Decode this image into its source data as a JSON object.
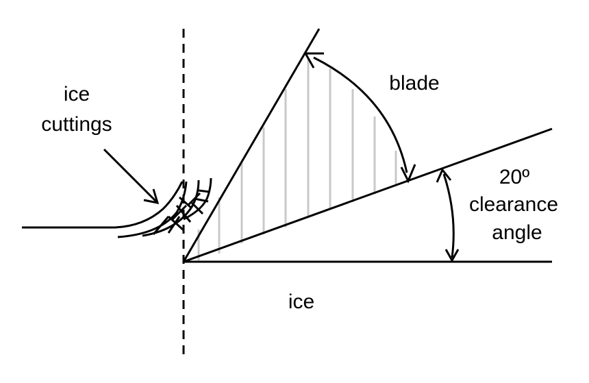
{
  "labels": {
    "ice_cuttings_line1": "ice",
    "ice_cuttings_line2": "cuttings",
    "blade": "blade",
    "angle_value": "20º",
    "angle_word1": "clearance",
    "angle_word2": "angle",
    "ice": "ice"
  },
  "colors": {
    "ink": "#000000",
    "hatch": "#c8c8c8",
    "background": "#ffffff"
  },
  "figure": {
    "clearance_angle_deg": 20
  }
}
